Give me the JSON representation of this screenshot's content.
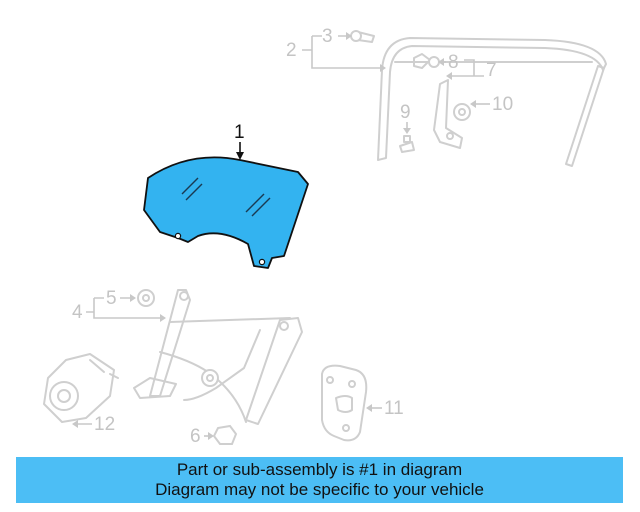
{
  "callouts": {
    "c1": "1",
    "c2": "2",
    "c3": "3",
    "c4": "4",
    "c5": "5",
    "c6": "6",
    "c7": "7",
    "c8": "8",
    "c9": "9",
    "c10": "10",
    "c11": "11",
    "c12": "12"
  },
  "highlighted_part": "1",
  "colors": {
    "highlight_fill": "#33b3f0",
    "banner_background": "#4cbef5",
    "ghost_stroke": "#cfcfcf"
  },
  "banner": {
    "line1": "Part or sub-assembly is #1 in diagram",
    "line2": "Diagram may not be specific to your vehicle"
  }
}
